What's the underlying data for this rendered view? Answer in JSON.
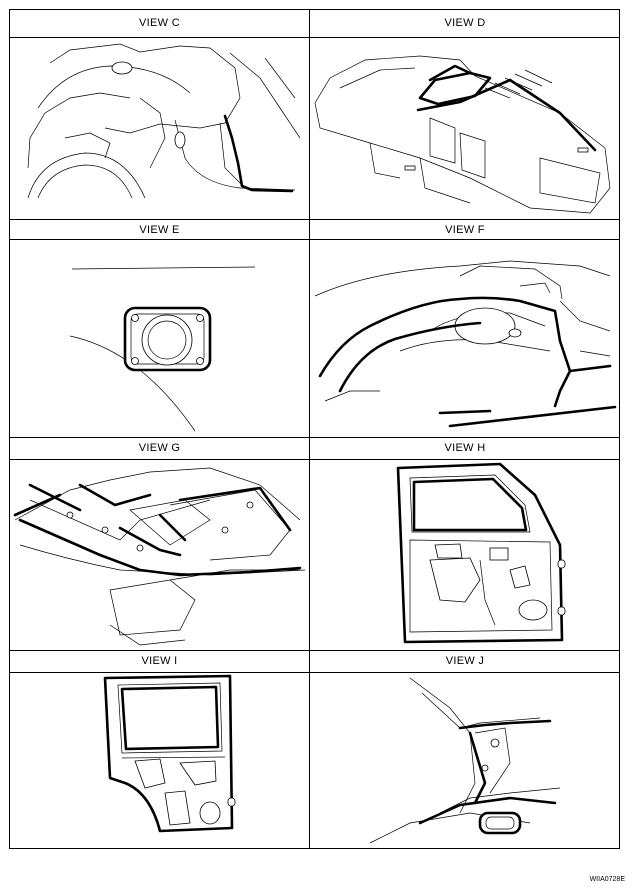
{
  "views": [
    {
      "label": "VIEW C"
    },
    {
      "label": "VIEW D"
    },
    {
      "label": "VIEW E"
    },
    {
      "label": "VIEW F"
    },
    {
      "label": "VIEW G"
    },
    {
      "label": "VIEW H"
    },
    {
      "label": "VIEW I"
    },
    {
      "label": "VIEW J"
    }
  ],
  "figure_code": "WIIA0728E"
}
